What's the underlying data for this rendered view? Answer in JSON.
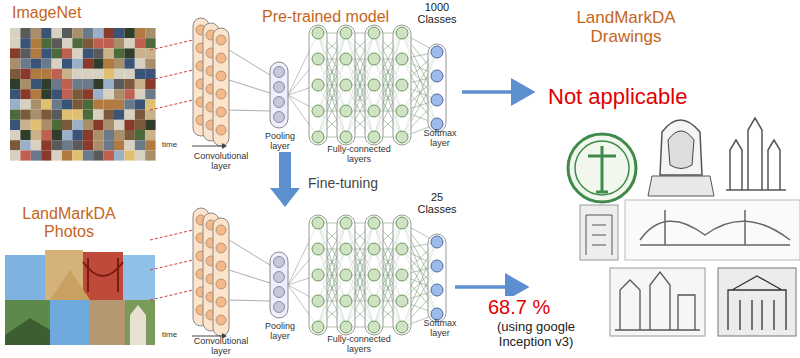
{
  "diagram": {
    "labels": [
      "ImageNet",
      "Pre-trained model",
      "1000 Classes",
      "LandMarkDA Drawings",
      "Not applicable",
      "Convolutional layer",
      "Pooling layer",
      "Fully-connected layers",
      "Softmax layer",
      "time",
      "Fine-tuning",
      "LandMarkDA Photos",
      "25 Classes",
      "Convolutional layer",
      "Pooling layer",
      "Fully-connected layers",
      "Softmax layer",
      "time",
      "68.7 %",
      "(using google Inception v3)"
    ]
  }
}
